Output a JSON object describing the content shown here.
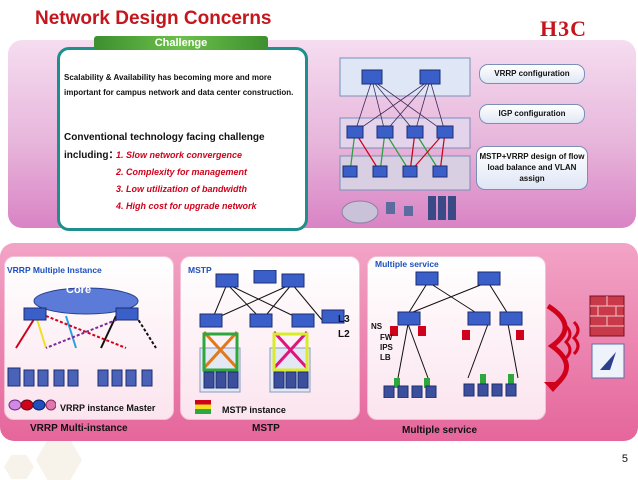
{
  "page": {
    "title": "Network Design Concerns",
    "logo_text": "H3C",
    "page_number": "5"
  },
  "challenge": {
    "tab_label": "Challenge",
    "paragraph": "Scalability & Availability has becoming more and more important for campus network and data center construction.",
    "heading_line1": "Conventional technology facing challenge",
    "heading_line2": "including：",
    "items": [
      "1.  Slow network convergence",
      "2.  Complexity for management",
      "3.  Low utilization of bandwidth",
      "4.  High cost for upgrade network"
    ]
  },
  "top_diagram": {
    "pills": [
      "VRRP configuration",
      "IGP configuration",
      "MSTP+VRRP design of flow load balance and VLAN assign"
    ]
  },
  "panels": {
    "vrrp": {
      "header": "VRRP Multiple Instance",
      "core_label": "Core",
      "legend_label": "VRRP instance Master",
      "footer": "VRRP Multi-instance"
    },
    "mstp": {
      "header": "MSTP",
      "legend_label": "MSTP instance",
      "footer": "MSTP",
      "layer_labels": [
        "L3",
        "L2"
      ]
    },
    "multi": {
      "header": "Multiple service",
      "service_labels": [
        "NS",
        "FW",
        "IPS",
        "LB"
      ],
      "footer": "Multiple service"
    }
  },
  "colors": {
    "title_red": "#c4161c",
    "panel_pink": "#e5669b",
    "challenge_border": "#1d8f8c",
    "challenge_tab": "#4a9e33",
    "list_red": "#d0021b",
    "label_blue": "#1c4fbf"
  }
}
